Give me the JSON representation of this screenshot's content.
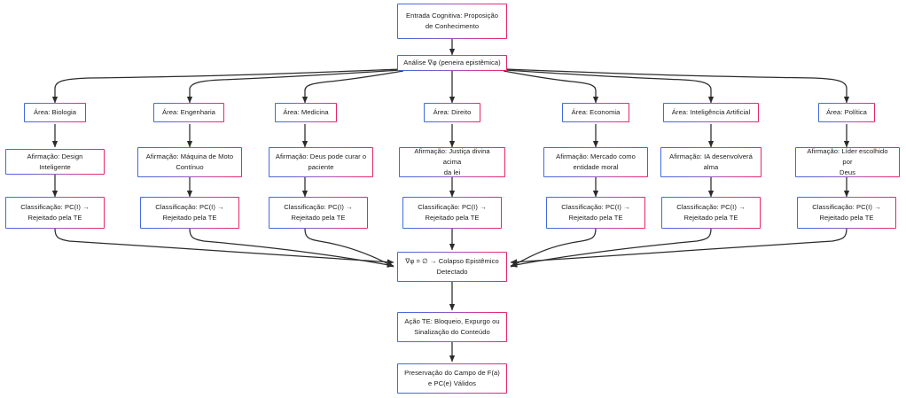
{
  "diagram": {
    "title": "Fluxo de Análise Epistêmica",
    "accent_left": "#4169e1",
    "accent_right": "#e8246b",
    "edge_color": "#2b2b2b",
    "background": "#ffffff"
  },
  "nodes": {
    "entrada": "Entrada Cognitiva: Proposição\nde Conhecimento",
    "analise": "Análise ∇φ (peneira epistêmica)",
    "colapso": "∇φ = ∅ → Colapso Epistêmico\nDetectado",
    "acao": "Ação TE: Bloqueio, Expurgo ou\nSinalização do Conteúdo",
    "preservacao": "Preservação do Campo de F(a)\ne PC(e) Válidos"
  },
  "columns": [
    {
      "area": "Área: Biologia",
      "afirmacao": "Afirmação: Design Inteligente",
      "classificacao": "Classificação: PC(I) →\nRejeitado pela TE"
    },
    {
      "area": "Área: Engenharia",
      "afirmacao": "Afirmação: Máquina de Moto\nContínuo",
      "classificacao": "Classificação: PC(I) →\nRejeitado pela TE"
    },
    {
      "area": "Área: Medicina",
      "afirmacao": "Afirmação: Deus pode curar o\npaciente",
      "classificacao": "Classificação: PC(I) →\nRejeitado pela TE"
    },
    {
      "area": "Área: Direito",
      "afirmacao": "Afirmação: Justiça divina acima\nda lei",
      "classificacao": "Classificação: PC(I) →\nRejeitado pela TE"
    },
    {
      "area": "Área: Economia",
      "afirmacao": "Afirmação: Mercado como\nentidade moral",
      "classificacao": "Classificação: PC(I) →\nRejeitado pela TE"
    },
    {
      "area": "Área: Inteligência Artificial",
      "afirmacao": "Afirmação: IA desenvolverá\nalma",
      "classificacao": "Classificação: PC(I) →\nRejeitado pela TE"
    },
    {
      "area": "Área: Política",
      "afirmacao": "Afirmação: Líder escolhido por\nDeus",
      "classificacao": "Classificação: PC(I) →\nRejeitado pela TE"
    }
  ]
}
